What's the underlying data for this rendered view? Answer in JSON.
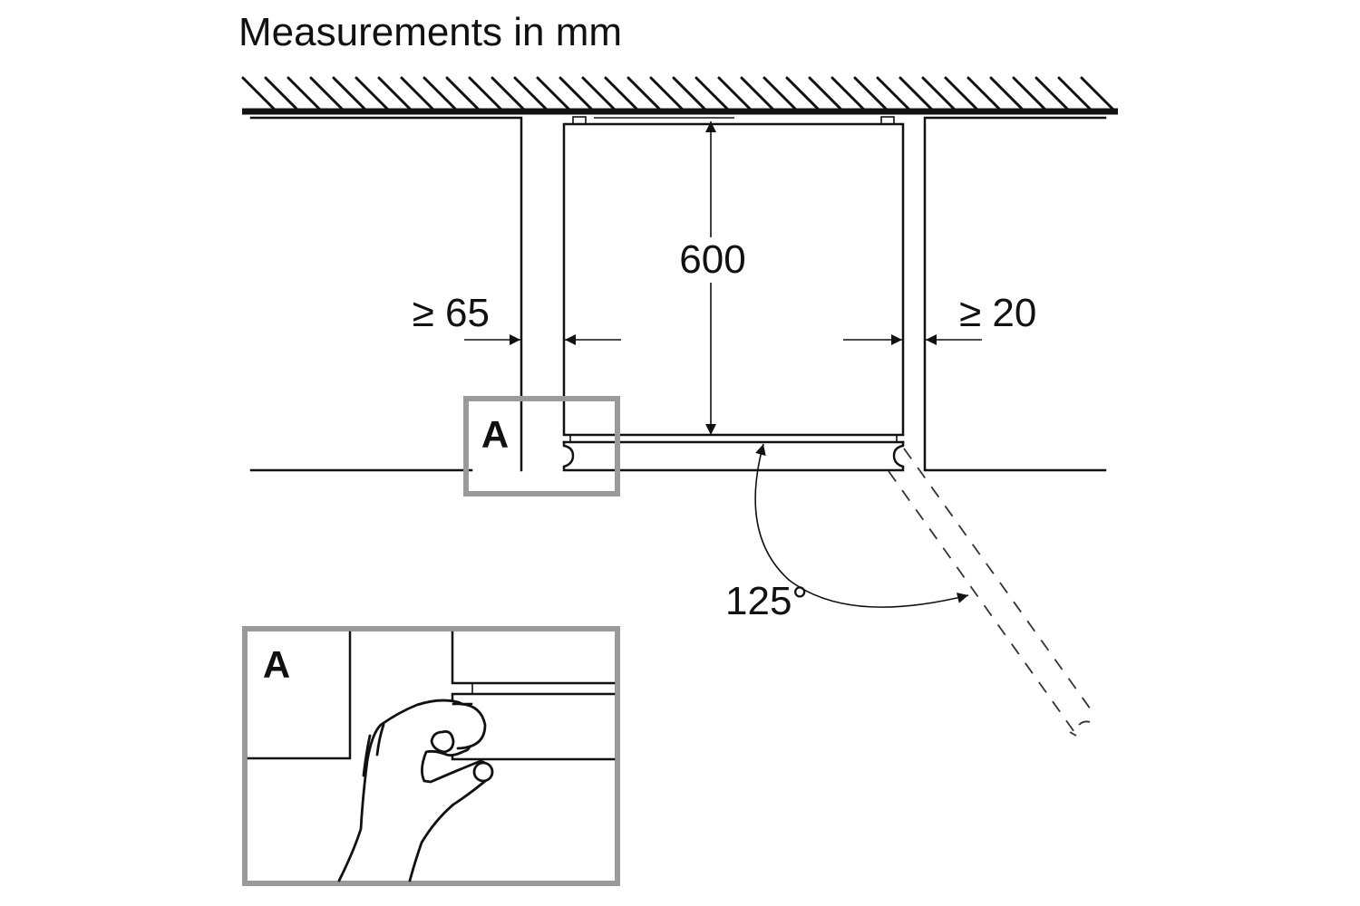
{
  "title": "Measurements in mm",
  "dimensions": {
    "depth": {
      "label": "600",
      "value": 600,
      "unit": "mm"
    },
    "left_clearance": {
      "label": "≥ 65",
      "value": 65,
      "comparator": "≥",
      "unit": "mm"
    },
    "right_clearance": {
      "label": "≥ 20",
      "value": 20,
      "comparator": "≥",
      "unit": "mm"
    },
    "door_opening_angle": {
      "label": "125°",
      "value": 125,
      "unit": "degrees"
    }
  },
  "callouts": {
    "detail_marker": "A",
    "detail_inset_label": "A"
  },
  "colors": {
    "line": "#111111",
    "detail_frame": "#9a9a9a",
    "background": "#ffffff"
  }
}
